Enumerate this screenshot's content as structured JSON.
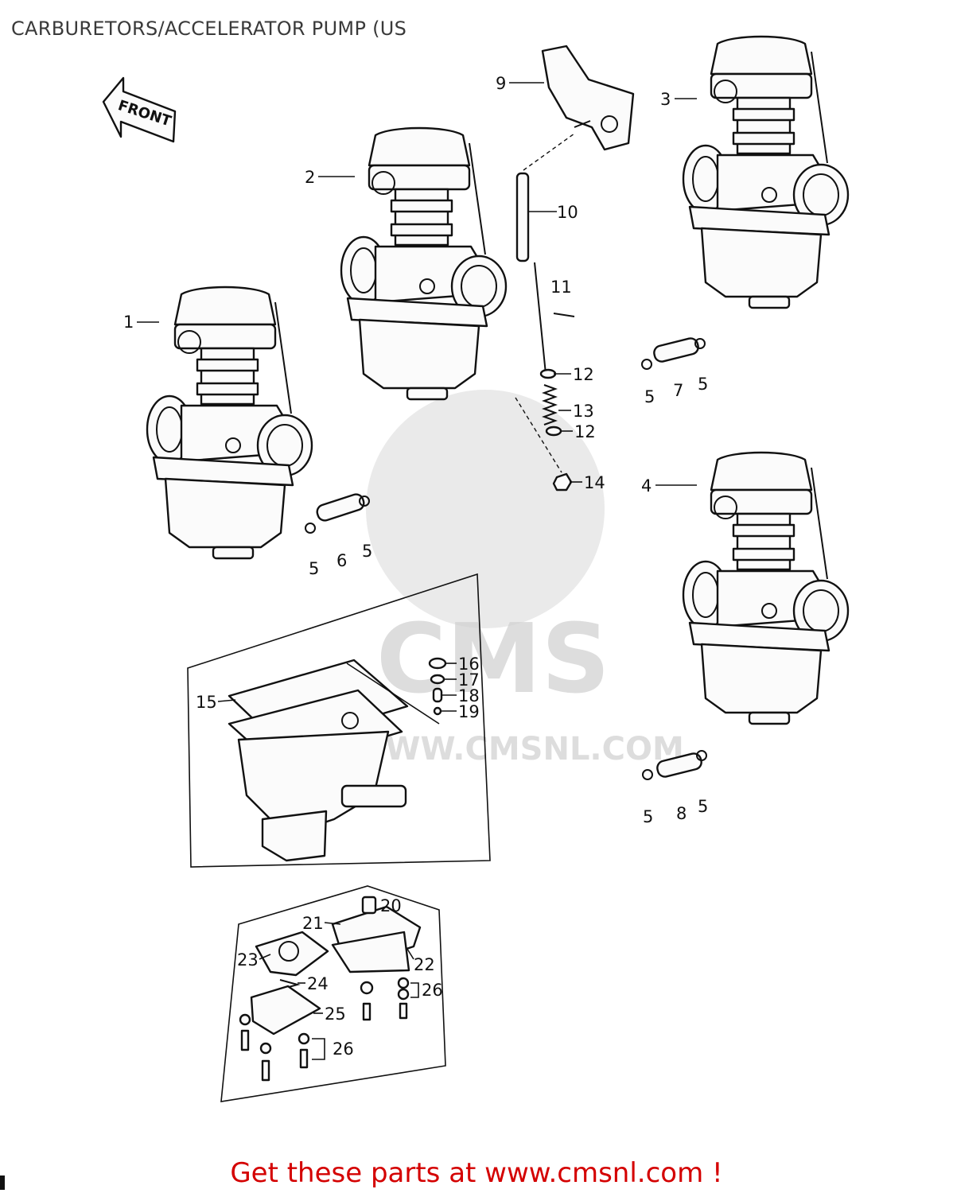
{
  "page": {
    "title": "CARBURETORS/ACCELERATOR PUMP (US",
    "promo": "Get these parts at www.cmsnl.com !",
    "front_sign": "FRONT",
    "watermark_logo": "CMS",
    "watermark_url": "WWW.CMSNL.COM"
  },
  "callouts": [
    "1",
    "2",
    "3",
    "4",
    "5",
    "5",
    "5",
    "5",
    "5",
    "5",
    "6",
    "7",
    "8",
    "9",
    "10",
    "11",
    "12",
    "12",
    "13",
    "14",
    "15",
    "16",
    "17",
    "18",
    "19",
    "20",
    "21",
    "22",
    "23",
    "24",
    "25",
    "26",
    "26"
  ]
}
